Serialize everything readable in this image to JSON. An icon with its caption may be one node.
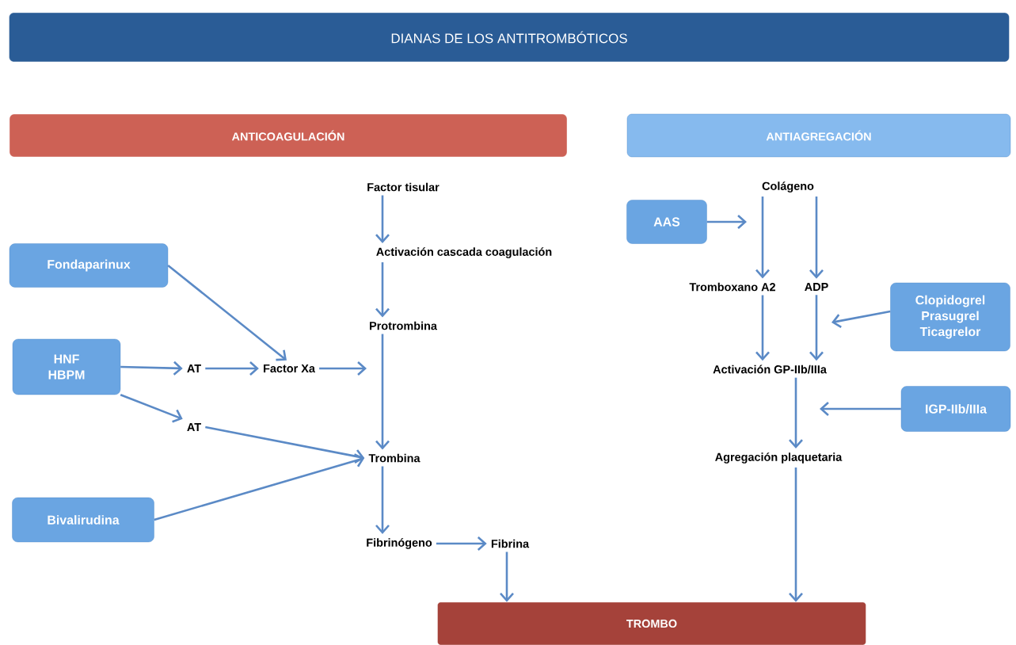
{
  "diagram": {
    "title": "DIANAS DE LOS ANTITROMBÓTICOS",
    "nodes": [
      {
        "text": [
          "ANTICOAGULACIÓN"
        ]
      },
      {
        "text": [
          "ANTIAGREGACIÓN"
        ]
      },
      {
        "text": [
          "Factor tisular"
        ]
      },
      {
        "text": [
          "Activación cascada coagulación"
        ]
      },
      {
        "text": [
          "Protrombina"
        ]
      },
      {
        "text": [
          "Fondaparinux"
        ]
      },
      {
        "text": [
          "HNF HBPM"
        ]
      },
      {
        "text": [
          "AT"
        ]
      },
      {
        "text": [
          "Factor Xa"
        ]
      },
      {
        "text": [
          "AT"
        ]
      },
      {
        "text": [
          "Trombina"
        ]
      },
      {
        "text": [
          "Bivalirudina"
        ]
      },
      {
        "text": [
          "Fibrinógeno"
        ]
      },
      {
        "text": [
          "Fibrina"
        ]
      },
      {
        "text": [
          "TROMBO"
        ]
      },
      {
        "text": [
          "Colágeno"
        ]
      },
      {
        "text": [
          "AAS"
        ]
      },
      {
        "text": [
          "Tromboxano A2"
        ]
      },
      {
        "text": [
          "ADP"
        ]
      },
      {
        "text": [
          "Clopidogrel Prasugrel Ticagrelor"
        ]
      },
      {
        "text": [
          "Activación GP-IIb/IIIa"
        ]
      },
      {
        "text": [
          "IGP-IIb/IIIa"
        ]
      },
      {
        "text": [
          "Agregación plaquetaria"
        ]
      }
    ],
    "edges": [
      {
        "from": 2,
        "to": 3,
        "arrow": "to"
      },
      {
        "from": 3,
        "to": 4,
        "arrow": "to"
      },
      {
        "from": 4,
        "to": 10,
        "arrow": "to"
      },
      {
        "from": 5,
        "to": 8,
        "arrow": "to"
      },
      {
        "from": 6,
        "to": 7,
        "arrow": "to"
      },
      {
        "from": 7,
        "to": 8,
        "arrow": "to"
      },
      {
        "from": 8,
        "to": null,
        "arrow": "to"
      },
      {
        "from": 6,
        "to": 9,
        "arrow": "to"
      },
      {
        "from": 9,
        "to": 10,
        "arrow": "to"
      },
      {
        "from": 11,
        "to": 10,
        "arrow": "to"
      },
      {
        "from": 10,
        "to": 12,
        "arrow": "to"
      },
      {
        "from": 12,
        "to": 13,
        "arrow": "to"
      },
      {
        "from": 13,
        "to": 14,
        "arrow": "to"
      },
      {
        "from": 15,
        "to": 17,
        "arrow": "to"
      },
      {
        "from": 15,
        "to": 18,
        "arrow": "to"
      },
      {
        "from": 16,
        "to": null,
        "arrow": "to"
      },
      {
        "from": 17,
        "to": 20,
        "arrow": "to"
      },
      {
        "from": 18,
        "to": 20,
        "arrow": "to"
      },
      {
        "from": 19,
        "to": null,
        "arrow": "to"
      },
      {
        "from": 20,
        "to": 22,
        "arrow": "to"
      },
      {
        "from": 21,
        "to": null,
        "arrow": "to"
      },
      {
        "from": 22,
        "to": 14,
        "arrow": "to"
      }
    ]
  }
}
